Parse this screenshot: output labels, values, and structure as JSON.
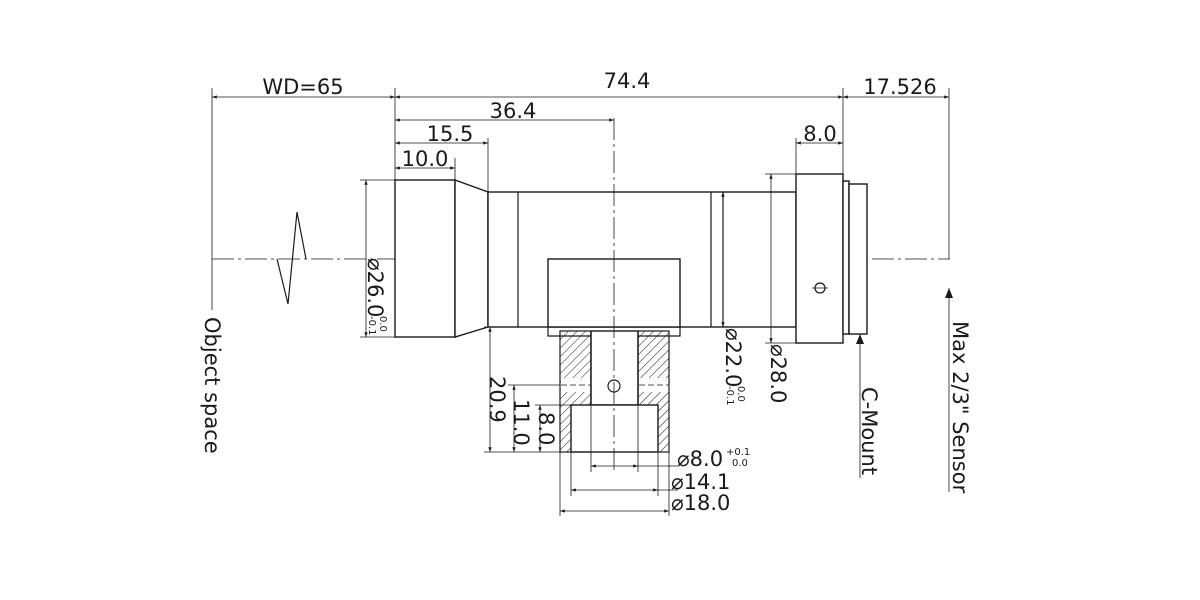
{
  "dimensions": {
    "working_distance": "WD=65",
    "total_length": "74.4",
    "back_focal": "17.526",
    "to_side_port": "36.4",
    "front_section": "15.5",
    "front_barrel": "10.0",
    "mount_length": "8.0",
    "port_height": "20.9",
    "port_lower_height": "11.0",
    "port_bore_depth": "8.0"
  },
  "diameters": {
    "symbol": "⌀",
    "front": {
      "value": "26.0",
      "tol_upper": "0.0",
      "tol_lower": "-0.1"
    },
    "body": {
      "value": "22.0",
      "tol_upper": "0.0",
      "tol_lower": "-0.1"
    },
    "mount": {
      "value": "28.0"
    },
    "port_bore": {
      "value": "8.0",
      "tol_upper": "+0.1",
      "tol_lower": "0.0"
    },
    "port_mid": {
      "value": "14.1"
    },
    "port_outer": {
      "value": "18.0"
    }
  },
  "labels": {
    "object_space": "Object space",
    "c_mount": "C-Mount",
    "sensor": "Max 2/3\" Sensor"
  },
  "colors": {
    "line": "#1a1a1a",
    "background": "#ffffff"
  }
}
